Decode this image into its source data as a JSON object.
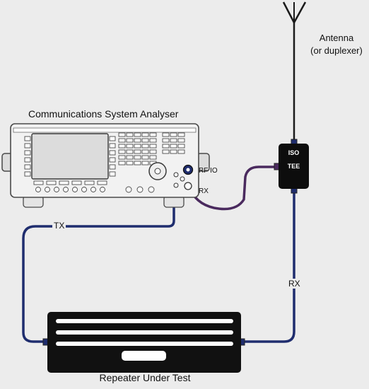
{
  "labels": {
    "analyser": "Communications System Analyser",
    "antenna_line1": "Antenna",
    "antenna_line2": "(or duplexer)",
    "rf_io": "RF IO",
    "rx_port": "RX",
    "tx_cable": "TX",
    "rx_cable": "RX",
    "iso": "ISO",
    "tee": "TEE",
    "repeater": "Repeater Under Test"
  },
  "colors": {
    "background": "#ececec",
    "cable": "#1f2d6e",
    "cable_purple": "#4a2a5e",
    "line_black": "#1a1a1a",
    "device_body": "#f2f2f2",
    "device_outline": "#4a4a4a",
    "repeater_body": "#111111",
    "tee_body": "#0d0d0d"
  }
}
